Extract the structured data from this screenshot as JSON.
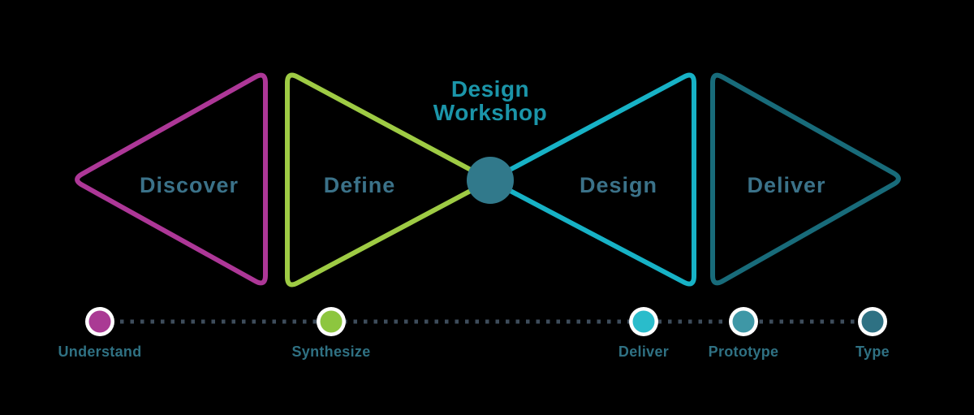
{
  "background_color": "#000000",
  "workshop": {
    "title_line1": "Design",
    "title_line2": "Workshop",
    "title_color": "#1b95a9",
    "hub_color": "#31798b"
  },
  "stages": {
    "label_color": "#3b7289",
    "items": [
      {
        "label": "Discover",
        "color": "#ad3797"
      },
      {
        "label": "Define",
        "color": "#9ecb44"
      },
      {
        "label": "Design",
        "color": "#17b2c6"
      },
      {
        "label": "Deliver",
        "color": "#186b7a"
      }
    ]
  },
  "timeline": {
    "line_color": "#3e4d5c",
    "label_color": "#2f7183",
    "ring_color": "#ffffff",
    "milestones": [
      {
        "label": "Understand",
        "color": "#aa3a94"
      },
      {
        "label": "Synthesize",
        "color": "#8dc63f"
      },
      {
        "label": "Deliver",
        "color": "#2abccb"
      },
      {
        "label": "Prototype",
        "color": "#3e97a6"
      },
      {
        "label": "Type",
        "color": "#2e7183"
      }
    ]
  }
}
